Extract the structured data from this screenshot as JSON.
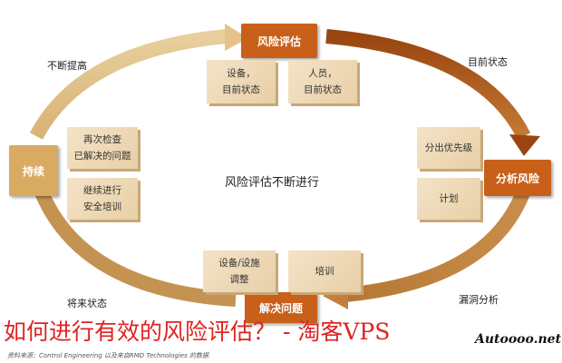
{
  "center_title": "风险评估不断进行",
  "nodes": {
    "risk_assessment": "风险评估",
    "analyze_risk": "分析风险",
    "resolve_problems": "解决问题",
    "sustain": "持续"
  },
  "arc_labels": {
    "current_state": "目前状态",
    "gap_analysis": "漏洞分析",
    "future_state": "将来状态",
    "keep_improving": "不断提高"
  },
  "boxes": {
    "equipment_state": "设备，\n目前状态",
    "personnel_state": "人员，\n目前状态",
    "prioritize": "分出优先级",
    "plan": "计划",
    "equipment_adjust": "设备/设施\n调整",
    "training": "培训",
    "recheck": "再次检查\n已解决的问题",
    "continue_training": "继续进行\n安全培训"
  },
  "source_text": "资料来源：Control Engineering 以及来自RMD Technologies 的数据",
  "watermark": "如何进行有效的风险评估？ - 淘客VPS",
  "logo_text": "Autoooo.net",
  "colors": {
    "node": "#c8601a",
    "arrow_dark": "#9a4a12",
    "arrow_light": "#e2c08a",
    "box": "#f0dcbc",
    "watermark": "#e02222"
  }
}
